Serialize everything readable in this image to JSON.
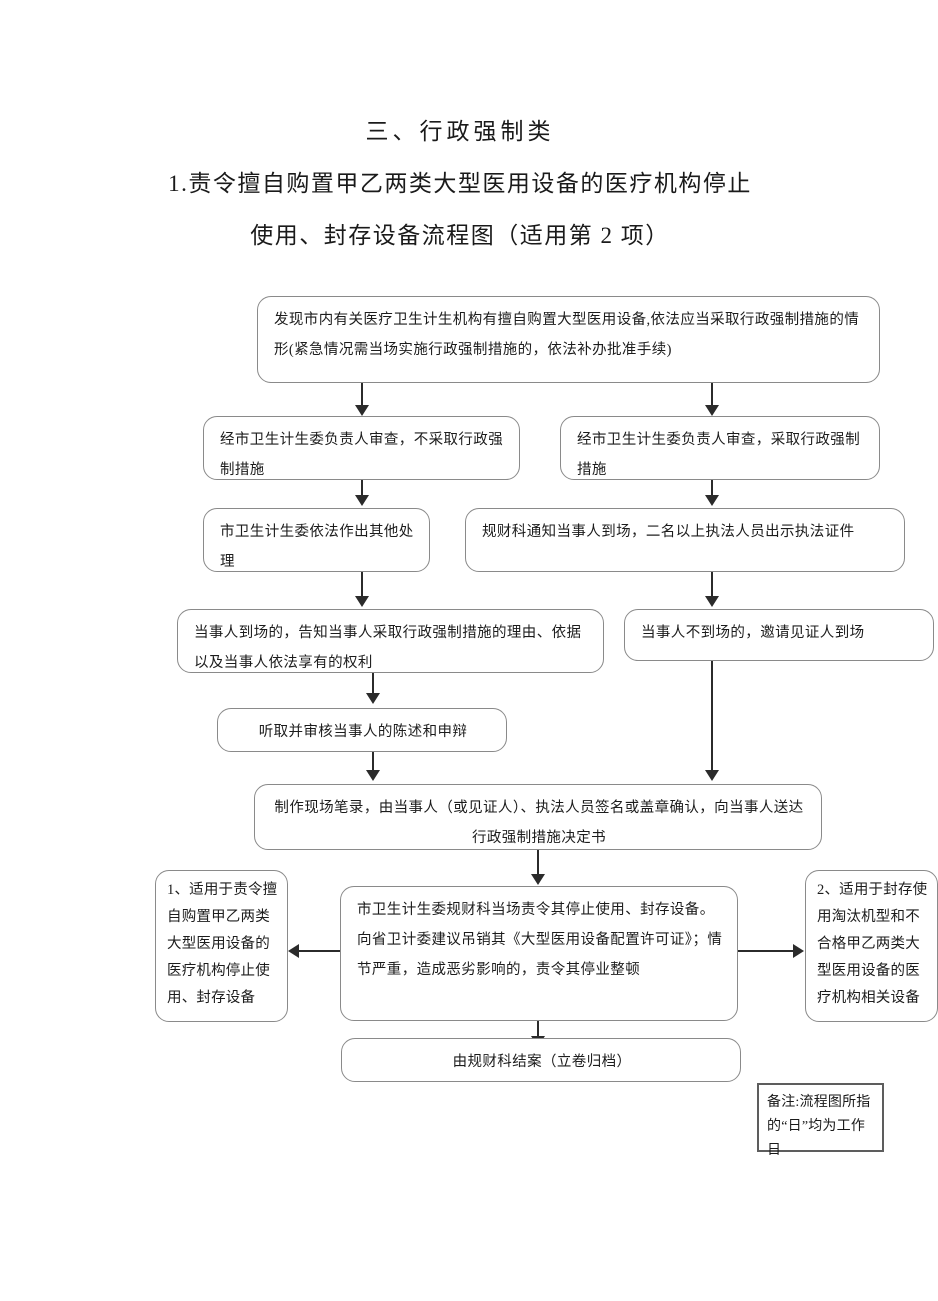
{
  "document": {
    "section_heading": "三、行政强制类",
    "title_line_1": "1.责令擅自购置甲乙两类大型医用设备的医疗机构停止",
    "title_line_2": "使用、封存设备流程图（适用第 2 项）"
  },
  "flowchart": {
    "nodes": {
      "start": "发现市内有关医疗卫生计生机构有擅自购置大型医用设备,依法应当采取行政强制措施的情形(紧急情况需当场实施行政强制措施的，依法补办批准手续)",
      "review_no_measure": "经市卫生计生委负责人审查，不采取行政强制措施",
      "review_take_measure": "经市卫生计生委负责人审查，采取行政强制措施",
      "other_handling": "市卫生计生委依法作出其他处理",
      "notify_party": "规财科通知当事人到场，二名以上执法人员出示执法证件",
      "party_present": "当事人到场的，告知当事人采取行政强制措施的理由、依据以及当事人依法享有的权利",
      "party_absent": "当事人不到场的，邀请见证人到场",
      "hear_statement": "听取并审核当事人的陈述和申辩",
      "make_record": "制作现场笔录，由当事人（或见证人）、执法人员签名或盖章确认，向当事人送达行政强制措施决定书",
      "left_scope": "1、适用于责令擅自购置甲乙两类大型医用设备的医疗机构停止使用、封存设备",
      "enforcement_action": "市卫生计生委规财科当场责令其停止使用、封存设备。向省卫计委建议吊销其《大型医用设备配置许可证》；情节严重，造成恶劣影响的，责令其停业整顿",
      "right_scope": "2、适用于封存使用淘汰机型和不合格甲乙两类大型医用设备的医疗机构相关设备",
      "close_case": "由规财科结案（立卷归档）",
      "remark": "备注:流程图所指的“日”均为工作日"
    },
    "colors": {
      "node_border": "#8a8a8a",
      "connector": "#2b2b2b",
      "note_border": "#5d5d5d",
      "text": "#1c1c1c",
      "background": "#ffffff"
    }
  }
}
